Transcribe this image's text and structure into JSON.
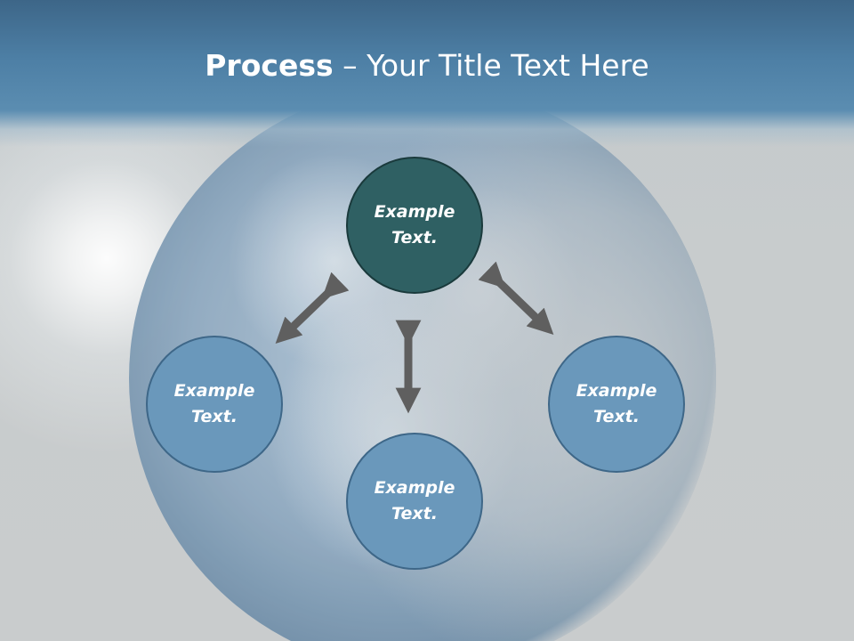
{
  "slide": {
    "title_bold": "Process",
    "title_separator": " – ",
    "title_rest": "Your Title Text Here"
  },
  "nodes": {
    "top": {
      "line1": "Example",
      "line2": "Text."
    },
    "left": {
      "line1": "Example",
      "line2": "Text."
    },
    "right": {
      "line1": "Example",
      "line2": "Text."
    },
    "bottom": {
      "line1": "Example",
      "line2": "Text."
    }
  },
  "colors": {
    "header": "#4d7fa5",
    "center_node": "#2f6063",
    "outer_node": "#6a98bb",
    "arrow": "#5f5f5f"
  }
}
